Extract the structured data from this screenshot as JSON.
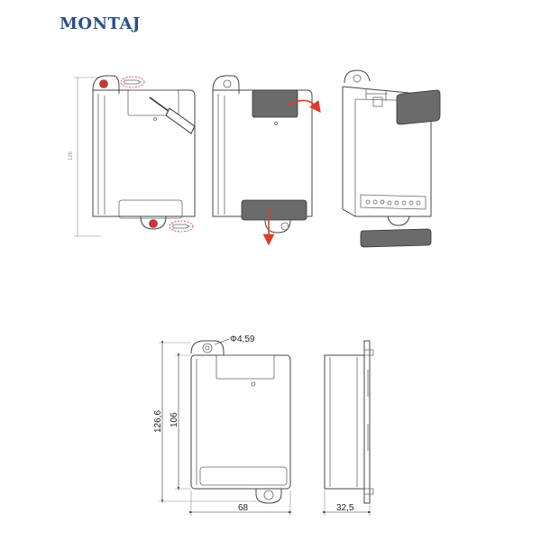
{
  "title": "MONTAJ",
  "step1": {
    "height_label": "126"
  },
  "dimensions": {
    "hole_label": "Φ4,59",
    "total_height": "126,6",
    "body_height": "106",
    "width": "68",
    "depth": "32,5"
  },
  "colors": {
    "title": "#2b4f8a",
    "arrow": "#e03a2a",
    "cover": "#6b6b6b",
    "screw_highlight": "#d93030"
  }
}
